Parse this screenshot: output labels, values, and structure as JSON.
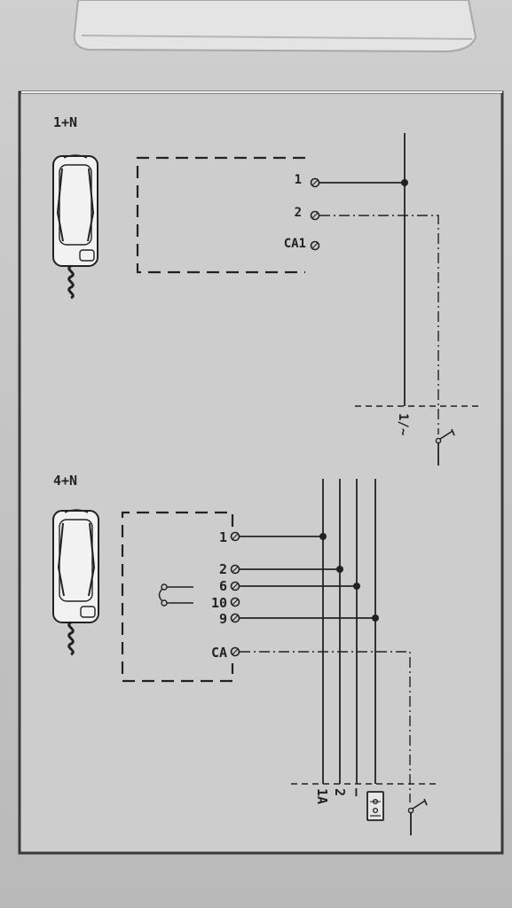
{
  "diagram_1": {
    "title": "1+N",
    "terminals": [
      "1",
      "2",
      "CA1"
    ],
    "supply_label": "1/~"
  },
  "diagram_2": {
    "title": "4+N",
    "terminals": [
      "1",
      "2",
      "6",
      "10",
      "9",
      "CA"
    ],
    "bus_labels": [
      "1A",
      "2",
      "–"
    ]
  },
  "colors": {
    "panel": "#cdcdcd",
    "ink": "#222222",
    "border": "#3a3a3a"
  }
}
